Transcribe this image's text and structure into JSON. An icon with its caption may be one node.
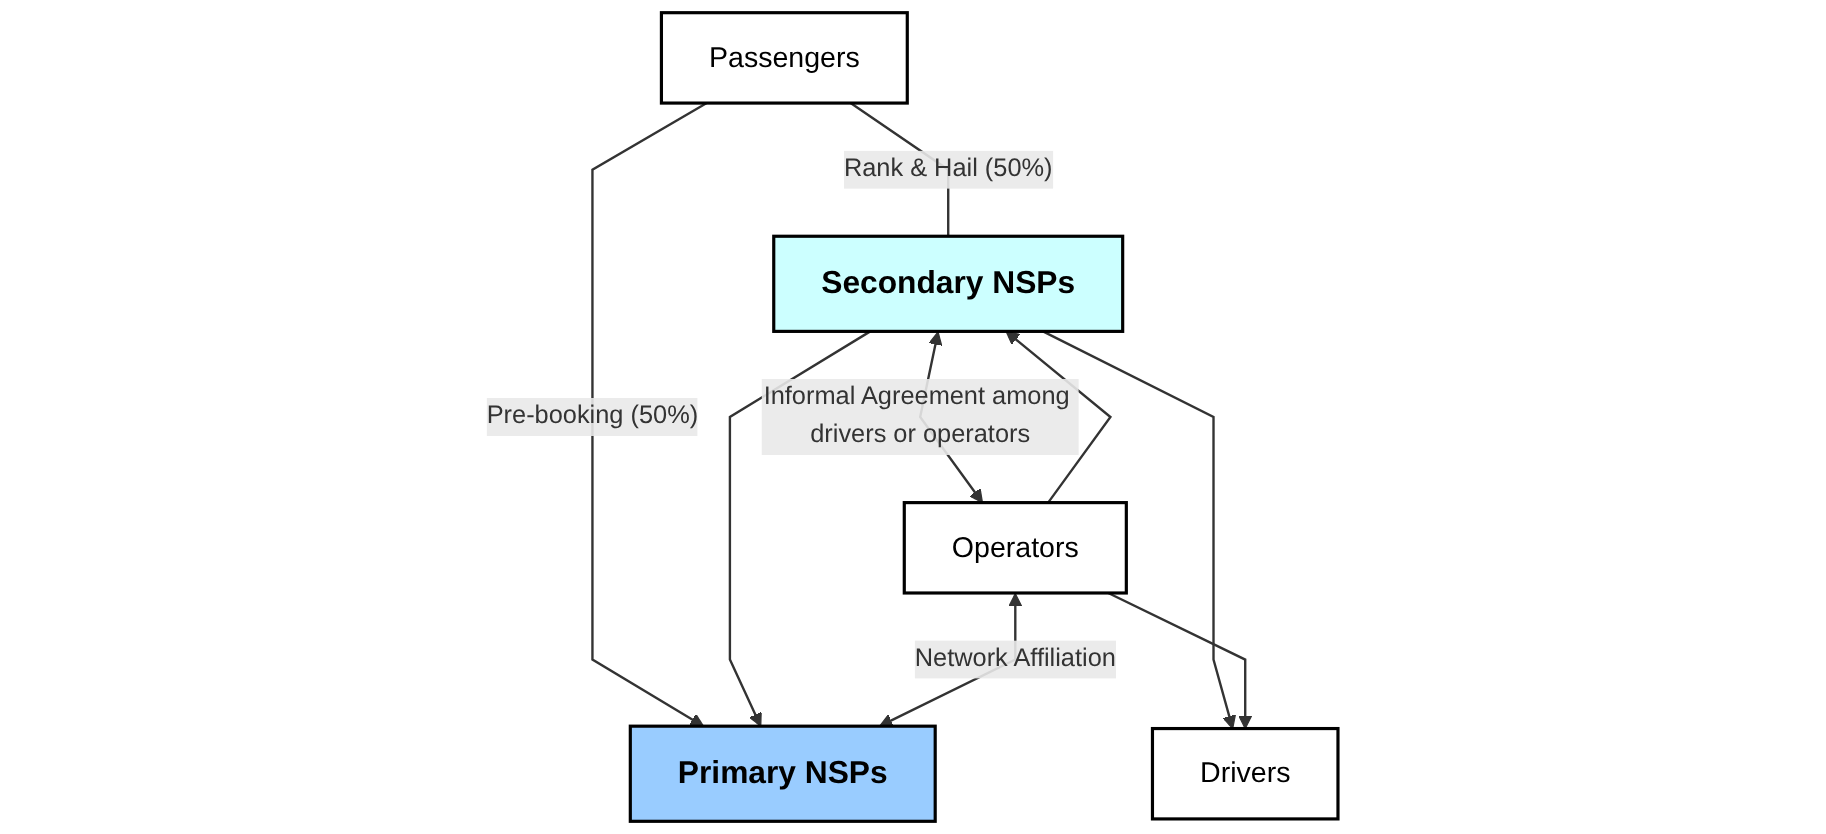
{
  "diagram": {
    "nodes": [
      {
        "text": [
          "Passengers"
        ]
      },
      {
        "text": [
          "Secondary NSPs"
        ]
      },
      {
        "text": [
          "Primary NSPs"
        ]
      },
      {
        "text": [
          "Drivers"
        ]
      },
      {
        "text": [
          "Operators"
        ]
      }
    ],
    "edges": [
      {
        "from": 0,
        "to": 1,
        "arrow": "none",
        "label": "Rank & Hail (50%)"
      },
      {
        "from": 0,
        "to": 2,
        "arrow": "to",
        "label": "Pre-booking (50%)"
      },
      {
        "from": 1,
        "to": 2,
        "arrow": "to"
      },
      {
        "from": 1,
        "to": 3,
        "arrow": "to"
      },
      {
        "from": 4,
        "to": 3,
        "arrow": "to"
      },
      {
        "from": 4,
        "to": 1,
        "arrow": "to"
      },
      {
        "from": 1,
        "to": 4,
        "arrow": "both",
        "label": "Informal Agreement among drivers or operators"
      },
      {
        "from": 4,
        "to": 2,
        "arrow": "both",
        "label": "Network Affiliation"
      }
    ]
  }
}
